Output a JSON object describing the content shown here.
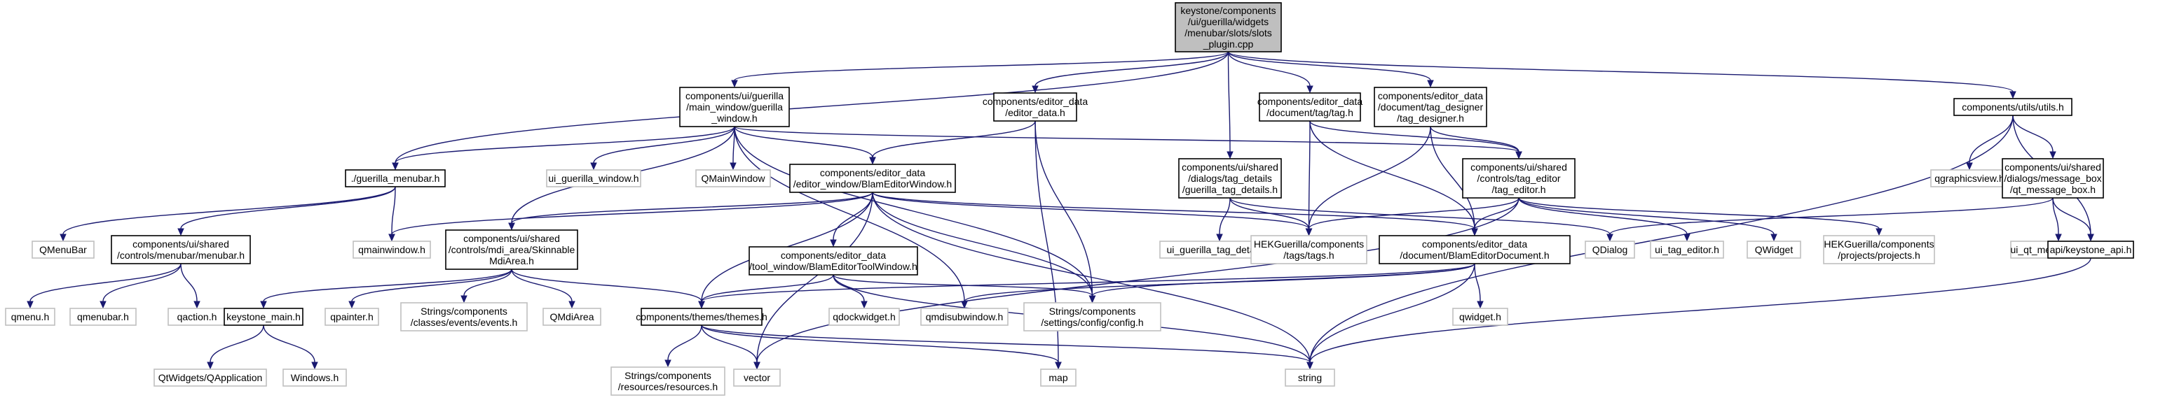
{
  "colors": {
    "node_border": "#000000",
    "external_border": "#bfbfbf",
    "root_fill": "#bfbfbf",
    "node_fill": "#ffffff",
    "edge": "#191970",
    "external_text": "#404040"
  },
  "nodes": [
    {
      "id": "root",
      "lines": [
        "keystone/components",
        "/ui/guerilla/widgets",
        "/menubar/slots/slots",
        "_plugin.cpp"
      ],
      "kind": "root"
    },
    {
      "id": "main_window",
      "lines": [
        "components/ui/guerilla",
        "/main_window/guerilla",
        "_window.h"
      ],
      "kind": "file"
    },
    {
      "id": "editor_data",
      "lines": [
        "components/editor_data",
        "/editor_data.h"
      ],
      "kind": "file"
    },
    {
      "id": "tag",
      "lines": [
        "components/editor_data",
        "/document/tag/tag.h"
      ],
      "kind": "file"
    },
    {
      "id": "tag_designer",
      "lines": [
        "components/editor_data",
        "/document/tag_designer",
        "/tag_designer.h"
      ],
      "kind": "file"
    },
    {
      "id": "utils",
      "lines": [
        "components/utils/utils.h"
      ],
      "kind": "file"
    },
    {
      "id": "guerilla_menubar",
      "lines": [
        "./guerilla_menubar.h"
      ],
      "kind": "file"
    },
    {
      "id": "ui_guerilla_window",
      "lines": [
        "ui_guerilla_window.h"
      ],
      "kind": "external"
    },
    {
      "id": "qmainwindow_class",
      "lines": [
        "QMainWindow"
      ],
      "kind": "external"
    },
    {
      "id": "blam_editor_window",
      "lines": [
        "components/editor_data",
        "/editor_window/BlamEditorWindow.h"
      ],
      "kind": "file"
    },
    {
      "id": "guerilla_tag_details",
      "lines": [
        "components/ui/shared",
        "/dialogs/tag_details",
        "/guerilla_tag_details.h"
      ],
      "kind": "file"
    },
    {
      "id": "tag_editor",
      "lines": [
        "components/ui/shared",
        "/controls/tag_editor",
        "/tag_editor.h"
      ],
      "kind": "file"
    },
    {
      "id": "qgraphicsview",
      "lines": [
        "qgraphicsview.h"
      ],
      "kind": "external"
    },
    {
      "id": "message_box",
      "lines": [
        "components/ui/shared",
        "/dialogs/message_box",
        "/qt_message_box.h"
      ],
      "kind": "file"
    },
    {
      "id": "qmenubar_class",
      "lines": [
        "QMenuBar"
      ],
      "kind": "external"
    },
    {
      "id": "menubar",
      "lines": [
        "components/ui/shared",
        "/controls/menubar/menubar.h"
      ],
      "kind": "file"
    },
    {
      "id": "qmainwindow_h",
      "lines": [
        "qmainwindow.h"
      ],
      "kind": "external"
    },
    {
      "id": "skinnable",
      "lines": [
        "components/ui/shared",
        "/controls/mdi_area/Skinnable",
        "MdiArea.h"
      ],
      "kind": "file"
    },
    {
      "id": "blam_tool_window",
      "lines": [
        "components/editor_data",
        "/tool_window/BlamEditorToolWindow.h"
      ],
      "kind": "file"
    },
    {
      "id": "ui_tag_details",
      "lines": [
        "ui_guerilla_tag_details.h"
      ],
      "kind": "external"
    },
    {
      "id": "tags",
      "lines": [
        "HEKGuerilla/components",
        "/tags/tags.h"
      ],
      "kind": "external"
    },
    {
      "id": "blam_document",
      "lines": [
        "components/editor_data",
        "/document/BlamEditorDocument.h"
      ],
      "kind": "file"
    },
    {
      "id": "qdialog",
      "lines": [
        "QDialog"
      ],
      "kind": "external"
    },
    {
      "id": "ui_tag_editor",
      "lines": [
        "ui_tag_editor.h"
      ],
      "kind": "external"
    },
    {
      "id": "qwidget_class",
      "lines": [
        "QWidget"
      ],
      "kind": "external"
    },
    {
      "id": "projects",
      "lines": [
        "HEKGuerilla/components",
        "/projects/projects.h"
      ],
      "kind": "external"
    },
    {
      "id": "ui_message_box",
      "lines": [
        "ui_qt_message_box.h"
      ],
      "kind": "external"
    },
    {
      "id": "keystone_api",
      "lines": [
        "api/keystone_api.h"
      ],
      "kind": "file"
    },
    {
      "id": "qmenu",
      "lines": [
        "qmenu.h"
      ],
      "kind": "external"
    },
    {
      "id": "qmenubar_h",
      "lines": [
        "qmenubar.h"
      ],
      "kind": "external"
    },
    {
      "id": "qaction",
      "lines": [
        "qaction.h"
      ],
      "kind": "external"
    },
    {
      "id": "keystone_main",
      "lines": [
        "keystone_main.h"
      ],
      "kind": "file"
    },
    {
      "id": "qpainter",
      "lines": [
        "qpainter.h"
      ],
      "kind": "external"
    },
    {
      "id": "events",
      "lines": [
        "Strings/components",
        "/classes/events/events.h"
      ],
      "kind": "external"
    },
    {
      "id": "qmdiarea",
      "lines": [
        "QMdiArea"
      ],
      "kind": "external"
    },
    {
      "id": "themes",
      "lines": [
        "components/themes/themes.h"
      ],
      "kind": "file"
    },
    {
      "id": "qdockwidget",
      "lines": [
        "qdockwidget.h"
      ],
      "kind": "external"
    },
    {
      "id": "qmdisubwindow",
      "lines": [
        "qmdisubwindow.h"
      ],
      "kind": "external"
    },
    {
      "id": "config",
      "lines": [
        "Strings/components",
        "/settings/config/config.h"
      ],
      "kind": "external"
    },
    {
      "id": "qwidget_h",
      "lines": [
        "qwidget.h"
      ],
      "kind": "external"
    },
    {
      "id": "qapplication",
      "lines": [
        "QtWidgets/QApplication"
      ],
      "kind": "external"
    },
    {
      "id": "windows",
      "lines": [
        "Windows.h"
      ],
      "kind": "external"
    },
    {
      "id": "resources",
      "lines": [
        "Strings/components",
        "/resources/resources.h"
      ],
      "kind": "external"
    },
    {
      "id": "vector",
      "lines": [
        "vector"
      ],
      "kind": "external"
    },
    {
      "id": "map",
      "lines": [
        "map"
      ],
      "kind": "external"
    },
    {
      "id": "string",
      "lines": [
        "string"
      ],
      "kind": "external"
    }
  ],
  "edges": [
    [
      "root",
      "main_window"
    ],
    [
      "root",
      "editor_data"
    ],
    [
      "root",
      "tag"
    ],
    [
      "root",
      "tag_designer"
    ],
    [
      "root",
      "utils"
    ],
    [
      "root",
      "guerilla_menubar"
    ],
    [
      "root",
      "guerilla_tag_details"
    ],
    [
      "main_window",
      "guerilla_menubar"
    ],
    [
      "main_window",
      "ui_guerilla_window"
    ],
    [
      "main_window",
      "qmainwindow_class"
    ],
    [
      "main_window",
      "blam_editor_window"
    ],
    [
      "main_window",
      "tag_editor"
    ],
    [
      "main_window",
      "skinnable"
    ],
    [
      "main_window",
      "config"
    ],
    [
      "main_window",
      "qmdisubwindow"
    ],
    [
      "editor_data",
      "blam_editor_window"
    ],
    [
      "editor_data",
      "config"
    ],
    [
      "editor_data",
      "map"
    ],
    [
      "tag",
      "tag_editor"
    ],
    [
      "tag",
      "blam_document"
    ],
    [
      "tag",
      "tags"
    ],
    [
      "tag_designer",
      "tag_editor"
    ],
    [
      "tag_designer",
      "blam_document"
    ],
    [
      "tag_designer",
      "tags"
    ],
    [
      "utils",
      "qgraphicsview"
    ],
    [
      "utils",
      "message_box"
    ],
    [
      "utils",
      "keystone_api"
    ],
    [
      "utils",
      "string"
    ],
    [
      "guerilla_menubar",
      "qmenubar_class"
    ],
    [
      "guerilla_menubar",
      "menubar"
    ],
    [
      "guerilla_menubar",
      "qmainwindow_h"
    ],
    [
      "blam_editor_window",
      "qmainwindow_h"
    ],
    [
      "blam_editor_window",
      "skinnable"
    ],
    [
      "blam_editor_window",
      "blam_tool_window"
    ],
    [
      "blam_editor_window",
      "tags"
    ],
    [
      "blam_editor_window",
      "blam_document"
    ],
    [
      "blam_editor_window",
      "themes"
    ],
    [
      "blam_editor_window",
      "config"
    ],
    [
      "blam_editor_window",
      "vector"
    ],
    [
      "blam_editor_window",
      "string"
    ],
    [
      "guerilla_tag_details",
      "ui_tag_details"
    ],
    [
      "guerilla_tag_details",
      "tags"
    ],
    [
      "guerilla_tag_details",
      "qdialog"
    ],
    [
      "tag_editor",
      "blam_document"
    ],
    [
      "tag_editor",
      "tags"
    ],
    [
      "tag_editor",
      "ui_tag_editor"
    ],
    [
      "tag_editor",
      "qwidget_class"
    ],
    [
      "tag_editor",
      "projects"
    ],
    [
      "tag_editor",
      "vector"
    ],
    [
      "message_box",
      "qdialog"
    ],
    [
      "message_box",
      "ui_message_box"
    ],
    [
      "message_box",
      "keystone_api"
    ],
    [
      "menubar",
      "qmenu"
    ],
    [
      "menubar",
      "qmenubar_h"
    ],
    [
      "menubar",
      "qaction"
    ],
    [
      "skinnable",
      "keystone_main"
    ],
    [
      "skinnable",
      "qpainter"
    ],
    [
      "skinnable",
      "events"
    ],
    [
      "skinnable",
      "qmdiarea"
    ],
    [
      "skinnable",
      "themes"
    ],
    [
      "blam_tool_window",
      "themes"
    ],
    [
      "blam_tool_window",
      "qdockwidget"
    ],
    [
      "blam_tool_window",
      "config"
    ],
    [
      "blam_tool_window",
      "string"
    ],
    [
      "blam_document",
      "themes"
    ],
    [
      "blam_document",
      "qmdisubwindow"
    ],
    [
      "blam_document",
      "config"
    ],
    [
      "blam_document",
      "qwidget_h"
    ],
    [
      "blam_document",
      "string"
    ],
    [
      "keystone_main",
      "qapplication"
    ],
    [
      "keystone_main",
      "windows"
    ],
    [
      "themes",
      "resources"
    ],
    [
      "themes",
      "vector"
    ],
    [
      "themes",
      "map"
    ],
    [
      "themes",
      "string"
    ],
    [
      "keystone_api",
      "string"
    ]
  ]
}
